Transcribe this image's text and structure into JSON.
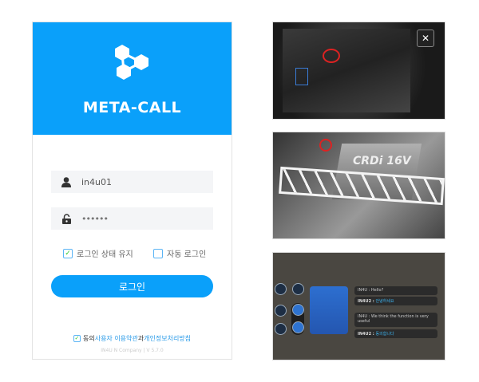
{
  "brand": {
    "name": "META-CALL"
  },
  "login": {
    "username": "in4u01",
    "password": "••••••",
    "remember_label": "로그인 상태 유지",
    "auto_label": "자동 로그인",
    "button": "로그인"
  },
  "agree": {
    "prefix": "동의",
    "terms": "사용자 이용약관",
    "and": "과",
    "privacy": "개인정보처리방침"
  },
  "version": "IN4U N Company | V 5.7.0",
  "photos": {
    "close": "✕",
    "chat": [
      {
        "user": "IN4U : ",
        "text": "Hello?"
      },
      {
        "user": "IN4U2 : ",
        "text": "안녕하세요"
      },
      {
        "user": "IN4U : ",
        "text": "We think the function is very useful"
      },
      {
        "user": "IN4U2 : ",
        "text": "동의합니다"
      }
    ]
  },
  "colors": {
    "brand": "#0aa0fa"
  }
}
